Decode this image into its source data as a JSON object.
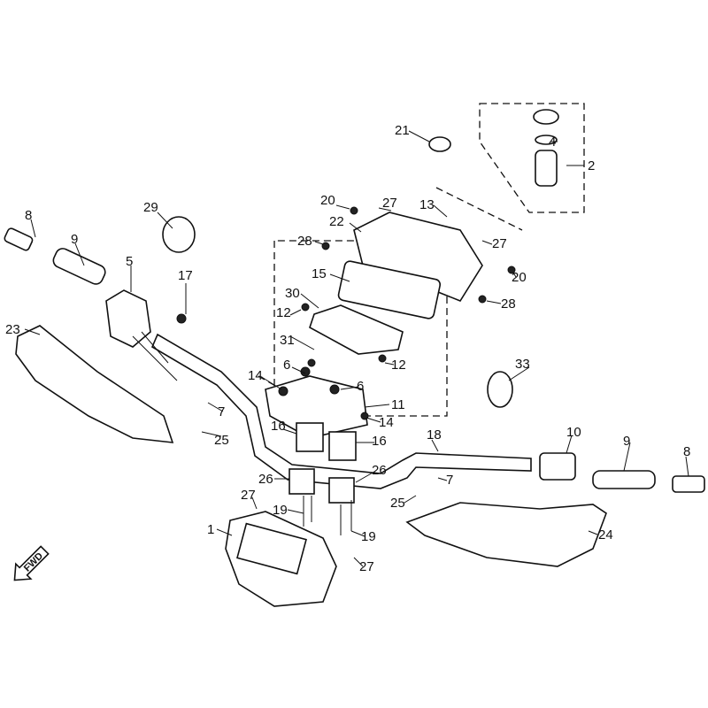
{
  "diagram": {
    "title": "Handlebar assembly exploded view",
    "fwd_label": "FWD",
    "callouts": [
      "21",
      "4",
      "2",
      "20",
      "27",
      "13",
      "22",
      "27",
      "28",
      "20",
      "15",
      "28",
      "29",
      "8",
      "9",
      "5",
      "17",
      "30",
      "12",
      "31",
      "12",
      "23",
      "14",
      "6",
      "6",
      "11",
      "14",
      "33",
      "7",
      "25",
      "16",
      "16",
      "18",
      "10",
      "9",
      "8",
      "26",
      "26",
      "7",
      "27",
      "19",
      "25",
      "1",
      "19",
      "24",
      "27"
    ]
  }
}
